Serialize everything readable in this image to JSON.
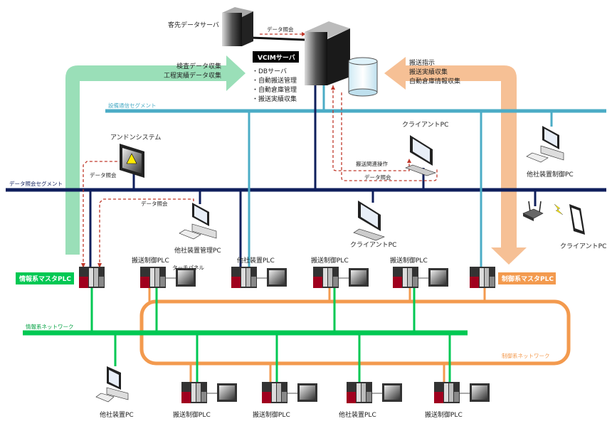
{
  "colors": {
    "info_network": "#00c853",
    "control_network": "#f39a4e",
    "equipment_segment": "#4bacc6",
    "data_segment": "#0f1f5c",
    "data_query_arrow": "#c0392b",
    "info_arrow": "#8fdcb0",
    "control_arrow": "#f5b98a"
  },
  "servers": {
    "customer_server": "客先データサーバ",
    "data_query_top": "データ照会",
    "vcim_title": "VCIMサーバ",
    "vcim_functions": [
      "・DBサーバ",
      "・自動搬送管理",
      "・自動倉庫管理",
      "・搬送実績収集"
    ]
  },
  "flows": {
    "left": [
      "検査データ収集",
      "工程実績データ収集"
    ],
    "right": [
      "搬送指示",
      "搬送実績収集",
      "自動倉庫情報収集"
    ]
  },
  "segments": {
    "equipment": "設備通信セグメント",
    "data_query": "データ照会セグメント",
    "info_network": "情報系ネットワーク",
    "control_network": "制御系ネットワーク"
  },
  "devices": {
    "andon": "アンドンシステム",
    "data_query_andon": "データ照会",
    "data_query_mgmt": "データ照会",
    "client_pc_top": "クライアントPC",
    "transport_op": "搬送関連操作",
    "data_query_client": "データ照会",
    "other_control_pc": "他社装置制御PC",
    "other_mgmt_pc": "他社装置管理PC",
    "client_pc_mid": "クライアントPC",
    "client_pc_tablet": "クライアントPC"
  },
  "plcs": {
    "info_master": "情報系マスタPLC",
    "control_master": "制御系マスタPLC",
    "touch_panel": "タッチパネル",
    "row1": [
      "搬送制御PLC",
      "他社装置PLC",
      "搬送制御PLC",
      "搬送制御PLC"
    ],
    "row2": [
      "他社装置PC",
      "搬送制御PLC",
      "搬送制御PLC",
      "他社装置PLC",
      "搬送制御PLC"
    ]
  }
}
